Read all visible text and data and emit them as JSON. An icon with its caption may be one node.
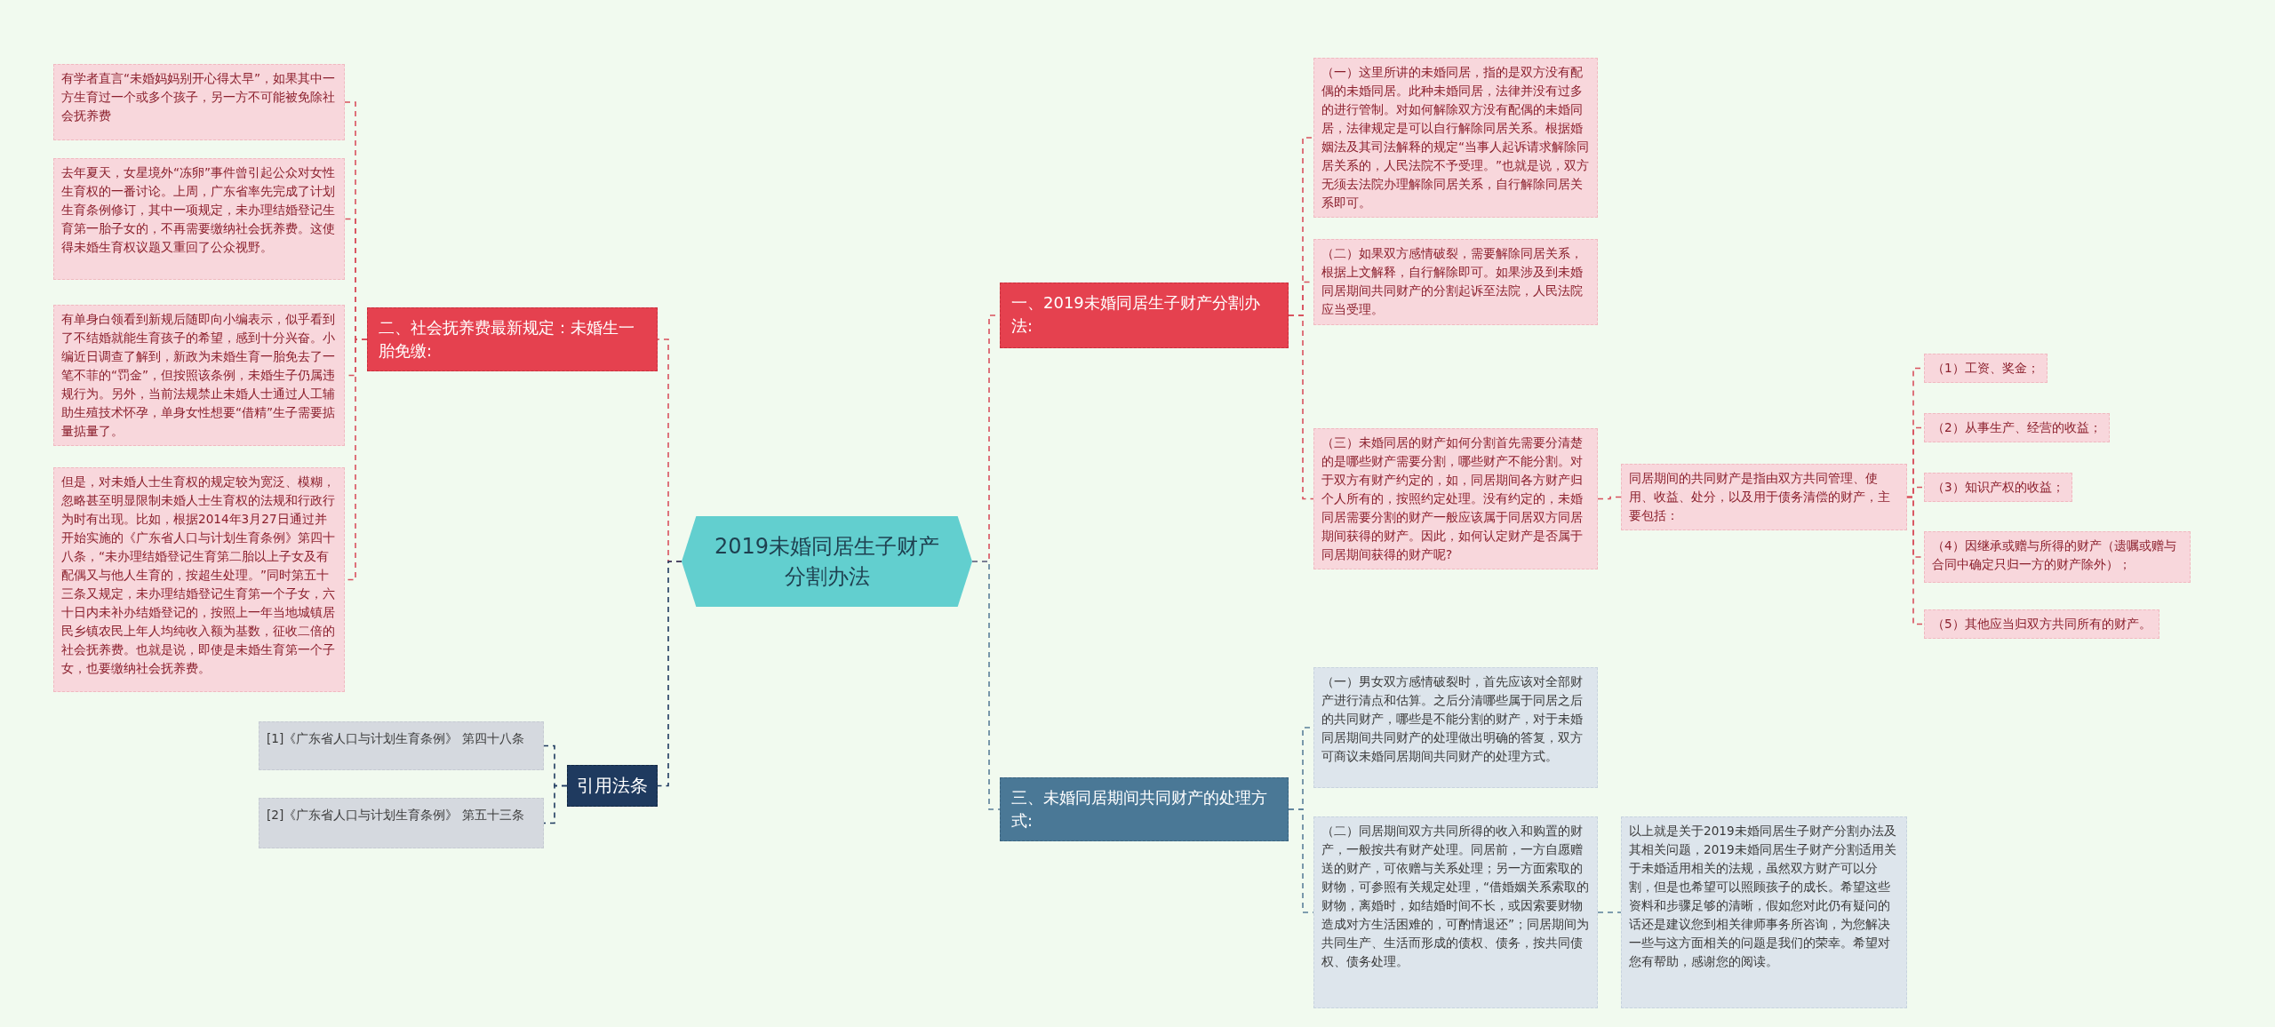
{
  "diagram": {
    "nodes": [
      {
        "text": [
          "2019未婚同居生子财产分割办法"
        ]
      },
      {
        "text": [
          "一、2019未婚同居生子财产分割办法:"
        ]
      },
      {
        "text": [
          "（一）这里所讲的未婚同居，指的是双方没有配偶的未婚同居。此种未婚同居，法律并没有过多的进行管制。对如何解除双方没有配偶的未婚同居，法律规定是可以自行解除同居关系。根据婚姻法及其司法解释的规定“当事人起诉请求解除同居关系的，人民法院不予受理。”也就是说，双方无须去法院办理解除同居关系，自行解除同居关系即可。"
        ]
      },
      {
        "text": [
          "（二）如果双方感情破裂，需要解除同居关系，根据上文解释，自行解除即可。如果涉及到未婚同居期间共同财产的分割起诉至法院，人民法院应当受理。"
        ]
      },
      {
        "text": [
          "（三）未婚同居的财产如何分割首先需要分清楚的是哪些财产需要分割，哪些财产不能分割。对于双方有财产约定的，如，同居期间各方财产归个人所有的，按照约定处理。没有约定的，未婚同居需要分割的财产一般应该属于同居双方同居期间获得的财产。因此，如何认定财产是否属于同居期间获得的财产呢?"
        ]
      },
      {
        "text": [
          "同居期间的共同财产是指由双方共同管理、使用、收益、处分，以及用于债务清偿的财产，主要包括："
        ]
      },
      {
        "text": [
          "（1）工资、奖金；"
        ]
      },
      {
        "text": [
          "（2）从事生产、经营的收益；"
        ]
      },
      {
        "text": [
          "（3）知识产权的收益；"
        ]
      },
      {
        "text": [
          "（4）因继承或赠与所得的财产（遗嘱或赠与合同中确定只归一方的财产除外）；"
        ]
      },
      {
        "text": [
          "（5）其他应当归双方共同所有的财产。"
        ]
      },
      {
        "text": [
          "三、未婚同居期间共同财产的处理方式:"
        ]
      },
      {
        "text": [
          "（一）男女双方感情破裂时，首先应该对全部财产进行清点和估算。之后分清哪些属于同居之后的共同财产，哪些是不能分割的财产，对于未婚同居期间共同财产的处理做出明确的答复，双方可商议未婚同居期间共同财产的处理方式。"
        ]
      },
      {
        "text": [
          "（二）同居期间双方共同所得的收入和购置的财产，一般按共有财产处理。同居前，一方自愿赠送的财产，可依赠与关系处理；另一方面索取的财物，可参照有关规定处理，“借婚姻关系索取的财物，离婚时，如结婚时间不长，或因索要财物造成对方生活困难的，可酌情退还”；同居期间为共同生产、生活而形成的债权、债务，按共同债权、债务处理。"
        ]
      },
      {
        "text": [
          "以上就是关于2019未婚同居生子财产分割办法及其相关问题，2019未婚同居生子财产分割适用关于未婚适用相关的法规，虽然双方财产可以分割，但是也希望可以照顾孩子的成长。希望这些资料和步骤足够的清晰，假如您对此仍有疑问的话还是建议您到相关律师事务所咨询，为您解决一些与这方面相关的问题是我们的荣幸。希望对您有帮助，感谢您的阅读。"
        ]
      },
      {
        "text": [
          "二、社会抚养费最新规定：未婚生一胎免缴:"
        ]
      },
      {
        "text": [
          "有学者直言“未婚妈妈别开心得太早”，如果其中一方生育过一个或多个孩子，另一方不可能被免除社会抚养费"
        ]
      },
      {
        "text": [
          "去年夏天，女星境外“冻卵”事件曾引起公众对女性生育权的一番讨论。上周，广东省率先完成了计划生育条例修订，其中一项规定，未办理结婚登记生育第一胎子女的，不再需要缴纳社会抚养费。这使得未婚生育权议题又重回了公众视野。"
        ]
      },
      {
        "text": [
          "有单身白领看到新规后随即向小编表示，似乎看到了不结婚就能生育孩子的希望，感到十分兴奋。小编近日调查了解到，新政为未婚生育一胎免去了一笔不菲的“罚金”，但按照该条例，未婚生子仍属违规行为。另外，当前法规禁止未婚人士通过人工辅助生殖技术怀孕，单身女性想要“借精”生子需要掂量掂量了。"
        ]
      },
      {
        "text": [
          "但是，对未婚人士生育权的规定较为宽泛、模糊，忽略甚至明显限制未婚人士生育权的法规和行政行为时有出现。比如，根据2014年3月27日通过并开始实施的《广东省人口与计划生育条例》第四十八条，“未办理结婚登记生育第二胎以上子女及有配偶又与他人生育的，按超生处理。”同时第五十三条又规定，未办理结婚登记生育第一个子女，六十日内未补办结婚登记的，按照上一年当地城镇居民乡镇农民上年人均纯收入额为基数，征收二倍的社会抚养费。也就是说，即使是未婚生育第一个子女，也要缴纳社会抚养费。"
        ]
      },
      {
        "text": [
          "引用法条"
        ]
      },
      {
        "text": [
          "[1]《广东省人口与计划生育条例》 第四十八条"
        ]
      },
      {
        "text": [
          "[2]《广东省人口与计划生育条例》 第五十三条"
        ]
      }
    ],
    "edges": [
      {
        "from": 0,
        "to": 1,
        "arrow": "none"
      },
      {
        "from": 1,
        "to": 2,
        "arrow": "none"
      },
      {
        "from": 1,
        "to": 3,
        "arrow": "none"
      },
      {
        "from": 1,
        "to": 4,
        "arrow": "none"
      },
      {
        "from": 4,
        "to": 5,
        "arrow": "none"
      },
      {
        "from": 5,
        "to": 6,
        "arrow": "none"
      },
      {
        "from": 5,
        "to": 7,
        "arrow": "none"
      },
      {
        "from": 5,
        "to": 8,
        "arrow": "none"
      },
      {
        "from": 5,
        "to": 9,
        "arrow": "none"
      },
      {
        "from": 5,
        "to": 10,
        "arrow": "none"
      },
      {
        "from": 0,
        "to": 11,
        "arrow": "none",
        "color": "#5a7f99"
      },
      {
        "from": 11,
        "to": 12,
        "arrow": "none",
        "color": "#5a7f99"
      },
      {
        "from": 11,
        "to": 13,
        "arrow": "none",
        "color": "#5a7f99"
      },
      {
        "from": 13,
        "to": 14,
        "arrow": "none",
        "color": "#5a7f99"
      },
      {
        "from": 0,
        "to": 15,
        "arrow": "none"
      },
      {
        "from": 15,
        "to": 16,
        "arrow": "none"
      },
      {
        "from": 15,
        "to": 17,
        "arrow": "none"
      },
      {
        "from": 15,
        "to": 18,
        "arrow": "none"
      },
      {
        "from": 15,
        "to": 19,
        "arrow": "none"
      },
      {
        "from": 0,
        "to": 20,
        "arrow": "none",
        "color": "#1f3a5f"
      },
      {
        "from": 20,
        "to": 21,
        "arrow": "none",
        "color": "#1f3a5f"
      },
      {
        "from": 20,
        "to": 22,
        "arrow": "none",
        "color": "#1f3a5f"
      }
    ]
  }
}
